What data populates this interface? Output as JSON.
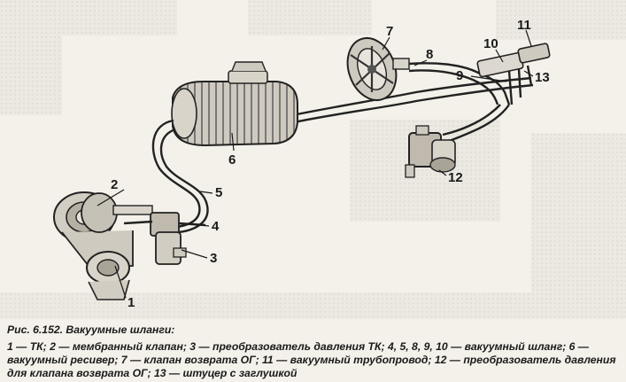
{
  "caption": {
    "title": "Рис. 6.152. Вакуумные шланги:",
    "legend": "1 — ТК; 2 — мембранный клапан; 3 — преобразователь давления ТК; 4, 5, 8, 9, 10 — вакуумный шланг; 6 — вакуумный ресивер; 7 — клапан возврата ОГ; 11 — вакуумный трубопровод; 12 — преобразователь давления для клапана возврата ОГ; 13 — штуцер с заглушкой"
  },
  "callouts": {
    "c1": "1",
    "c2": "2",
    "c3": "3",
    "c4": "4",
    "c5": "5",
    "c6": "6",
    "c7": "7",
    "c8": "8",
    "c9": "9",
    "c10": "10",
    "c11": "11",
    "c12": "12",
    "c13": "13"
  }
}
